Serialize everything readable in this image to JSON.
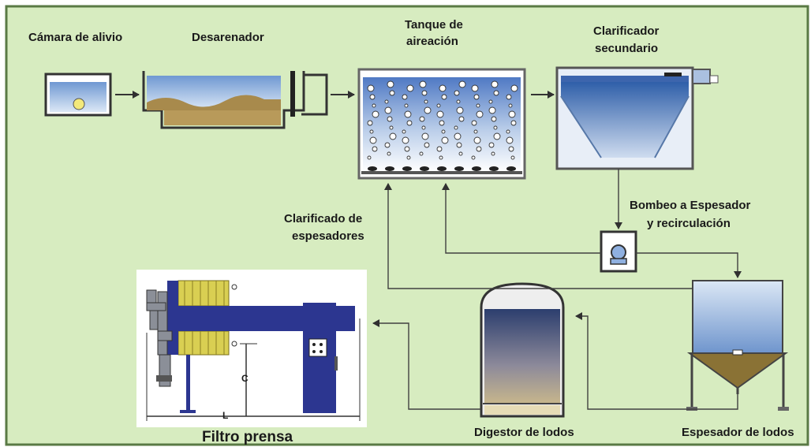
{
  "colors": {
    "background": "#d7ecc0",
    "border": "#5a7a45",
    "line": "#404040",
    "equipment_blue": "#2c3690",
    "plates": "#d9cf52",
    "sludge": "#8a7235"
  },
  "stages": {
    "camara": "Cámara de alivio",
    "desarenador": "Desarenador",
    "tanque_1": "Tanque de",
    "tanque_2": "aireación",
    "clarificador_1": "Clarificador",
    "clarificador_2": "secundario",
    "bombeo_1": "Bombeo a Espesador",
    "bombeo_2": "y recirculación",
    "clarificado_1": "Clarificado de",
    "clarificado_2": "espesadores",
    "digestor": "Digestor de lodos",
    "espesador": "Espesador de lodos",
    "filtro": "Filtro prensa"
  },
  "filter_dims": {
    "c": "C",
    "l": "L"
  }
}
